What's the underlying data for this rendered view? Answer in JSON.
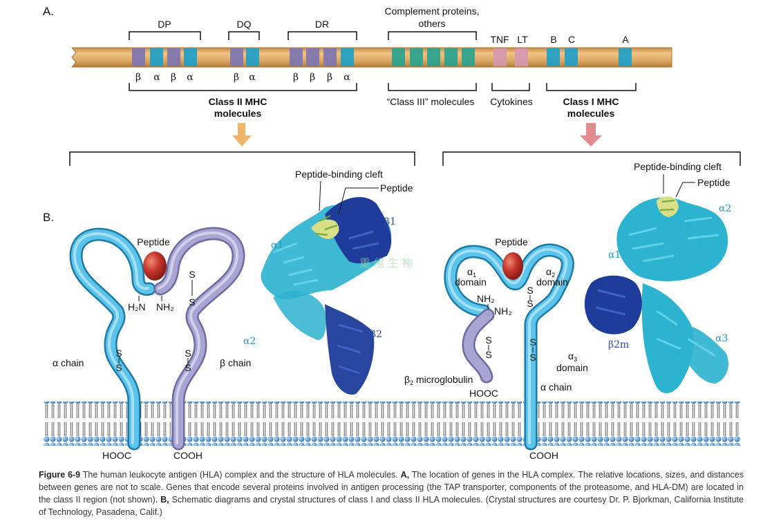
{
  "panel_a": {
    "label": "A.",
    "chromosome_colors": {
      "body": "#d9a55e",
      "class2": "#7e76b2",
      "class1": "#1f9fc8",
      "class3": "#2aa38f",
      "cyto": "#d697b0"
    },
    "groups": {
      "dp": "DP",
      "dq": "DQ",
      "dr": "DR",
      "complement_1": "Complement proteins,",
      "complement_2": "others",
      "tnf": "TNF",
      "lt": "LT",
      "b": "B",
      "c": "C",
      "a": "A"
    },
    "dp_greek": [
      "β",
      "α",
      "β",
      "α"
    ],
    "dq_greek": [
      "β",
      "α"
    ],
    "dr_greek": [
      "β",
      "β",
      "β",
      "α"
    ],
    "bottom_labels": {
      "class2_1": "Class II MHC",
      "class2_2": "molecules",
      "class3": "“Class III” molecules",
      "cytokines": "Cytokines",
      "class1_1": "Class I MHC",
      "class1_2": "molecules"
    }
  },
  "panel_b": {
    "label": "B.",
    "class2": {
      "peptide": "Peptide",
      "h2n": "H₂N",
      "nh2": "NH₂",
      "alpha_chain": "α chain",
      "beta_chain": "β chain",
      "hooc": "HOOC",
      "cooh": "COOH",
      "ss": "S",
      "crystal_cleft": "Peptide-binding cleft",
      "crystal_peptide": "Peptide",
      "a1": "α1",
      "b1": "β1",
      "a2": "α2",
      "b2": "β2"
    },
    "class1": {
      "peptide": "Peptide",
      "a1_domain_1": "α",
      "a1_sub": "1",
      "domain": "domain",
      "a2_domain_1": "α",
      "a2_sub": "2",
      "nh2_a": "NH₂",
      "nh2_b": "NH₂",
      "a3": "α",
      "a3_sub": "3",
      "b2m_1": "β",
      "b2m_sub": "2",
      "b2m_2": " microglobulin",
      "alpha_chain": "α chain",
      "hooc": "HOOC",
      "cooh": "COOH",
      "crystal_cleft": "Peptide-binding cleft",
      "crystal_peptide": "Peptide",
      "ca1": "α1",
      "ca2": "α2",
      "ca3": "α3",
      "cb2m": "β2m"
    },
    "watermark": "重 组 生 物"
  },
  "caption": {
    "fig": "Figure 6-9",
    "text1": " The human leukocyte antigen (HLA) complex and the structure of HLA molecules. ",
    "a": "A,",
    "text2": " The location of genes in the HLA complex. The relative locations, sizes, and distances between genes are not to scale. Genes that encode several proteins involved in antigen processing (the TAP transporter, components of the proteasome, and HLA-DM) are located in the class II region (not shown). ",
    "b": "B,",
    "text3": " Schematic diagrams and crystal structures of class I and class II HLA molecules. (Crystal structures are courtesy Dr. P. Bjorkman, California Institute of Technology, Pasadena, Calif.)"
  }
}
